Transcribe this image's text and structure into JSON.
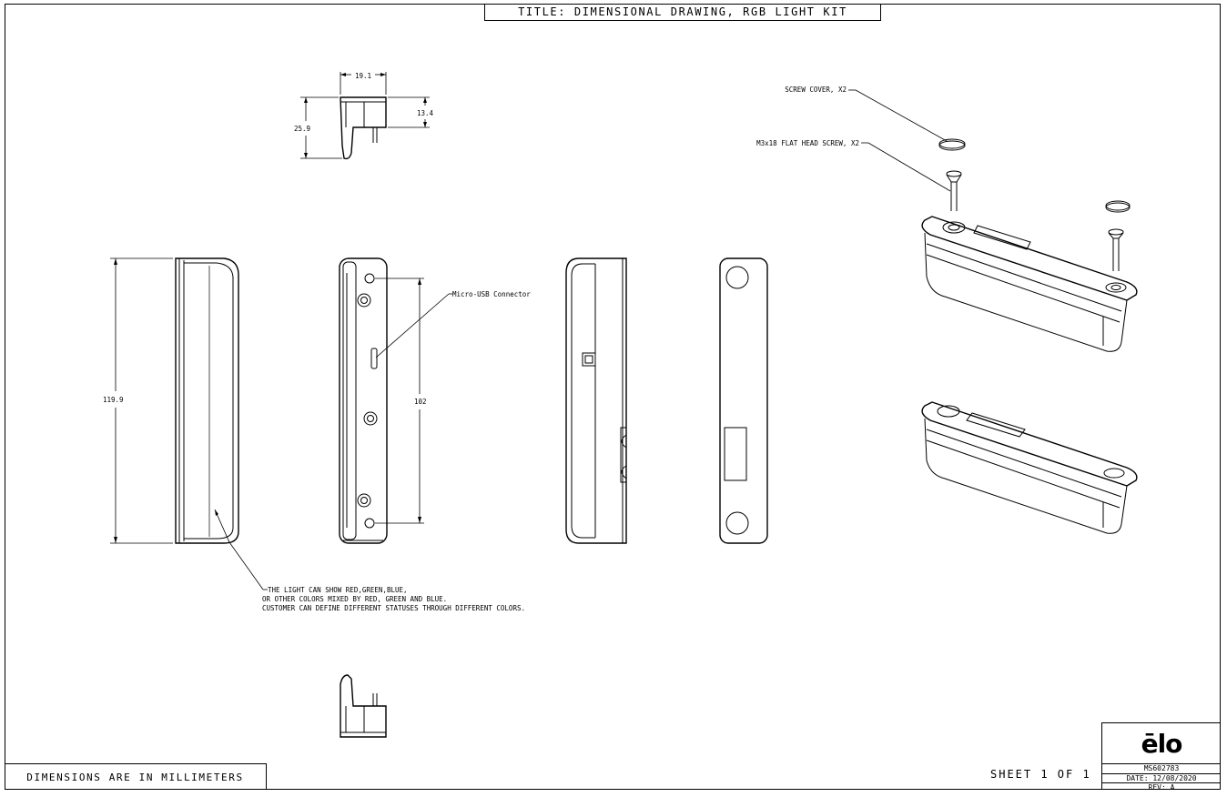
{
  "title": "TITLE: DIMENSIONAL DRAWING, RGB LIGHT KIT",
  "footer": {
    "dimensions_note": "DIMENSIONS ARE IN MILLIMETERS",
    "sheet": "SHEET 1 OF 1"
  },
  "title_block": {
    "logo": "ēlo",
    "part_number": "MS602783",
    "date": "DATE: 12/08/2020",
    "revision": "REV: A"
  },
  "dimensions": {
    "top_width": "19.1",
    "top_height_total": "25.9",
    "top_height_partial": "13.4",
    "overall_length": "119.9",
    "hole_spacing": "102"
  },
  "callouts": {
    "micro_usb": "Micro-USB Connector",
    "screw_cover": "SCREW COVER, X2",
    "flat_head_screw": "M3x18 FLAT HEAD SCREW, X2",
    "light_note_1": "THE LIGHT CAN SHOW RED,GREEN,BLUE,",
    "light_note_2": "OR OTHER COLORS MIXED BY RED, GREEN AND BLUE.",
    "light_note_3": "CUSTOMER CAN DEFINE DIFFERENT STATUSES THROUGH DIFFERENT COLORS."
  }
}
